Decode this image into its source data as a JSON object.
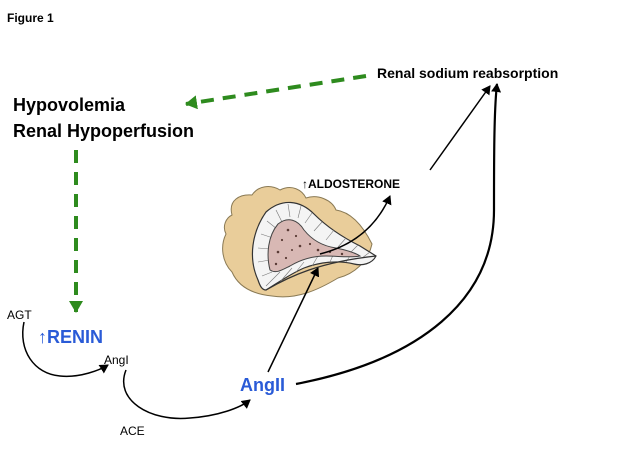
{
  "figure_title": "Figure 1",
  "labels": {
    "sodium": "Renal sodium reabsorption",
    "hypovolemia": "Hypovolemia",
    "hypoperfusion": "Renal Hypoperfusion",
    "aldosterone": "↑ALDOSTERONE",
    "agt": "AGT",
    "renin": "↑RENIN",
    "angi": "AngI",
    "angii": "AngII",
    "ace": "ACE"
  },
  "colors": {
    "feedback_arrow": "#2e8b1e",
    "highlight": "#2a5bd7",
    "line": "#000000",
    "adrenal_fat": "#e9cd9a",
    "medulla": "#d8b8b4"
  }
}
